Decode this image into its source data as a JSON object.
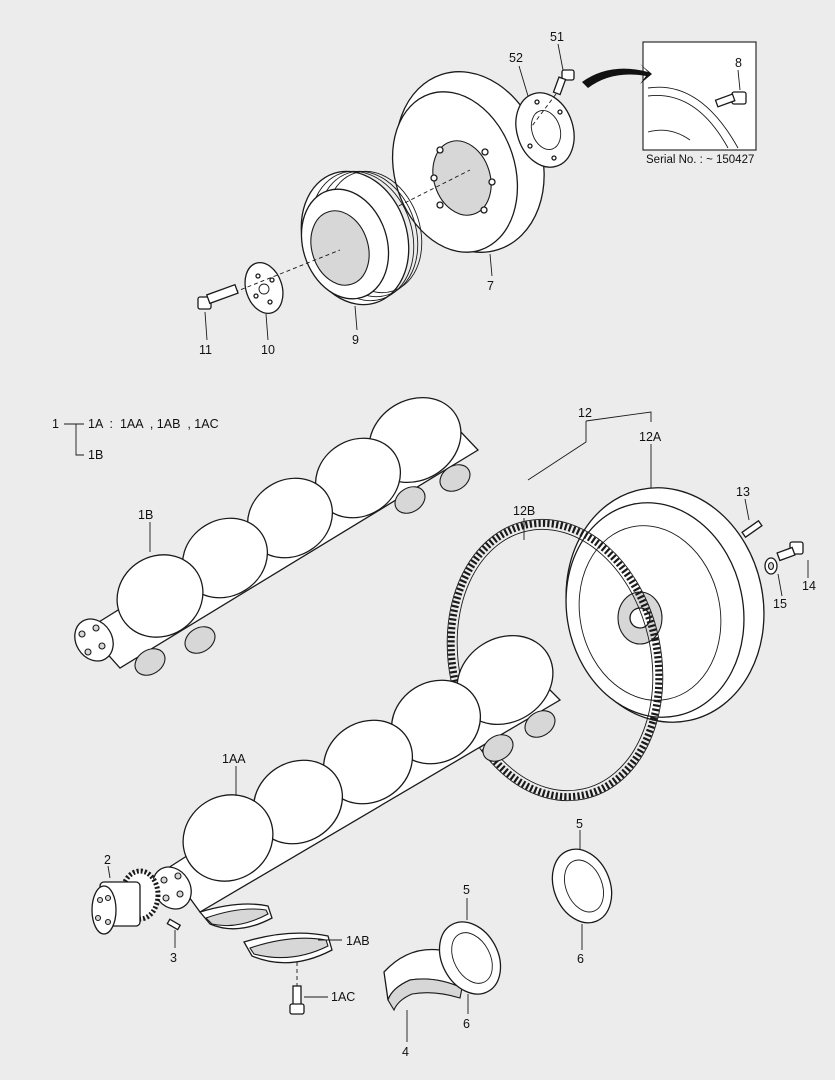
{
  "labels": {
    "p51": "51",
    "p52": "52",
    "p8": "8",
    "p7": "7",
    "p9": "9",
    "p10": "10",
    "p11": "11",
    "p12": "12",
    "p12A": "12A",
    "p12B": "12B",
    "p13": "13",
    "p14": "14",
    "p15": "15",
    "p1B": "1B",
    "p1AA": "1AA",
    "p1AB": "1AB",
    "p1AC": "1AC",
    "p2": "2",
    "p3": "3",
    "p4": "4",
    "p5a": "5",
    "p6a": "6",
    "p5b": "5",
    "p6b": "6"
  },
  "legend": {
    "root": "1",
    "line1": "1A  :  1AA  , 1AB  , 1AC",
    "line2": "1B"
  },
  "inset": {
    "caption": "Serial No. : ~ 150427"
  }
}
